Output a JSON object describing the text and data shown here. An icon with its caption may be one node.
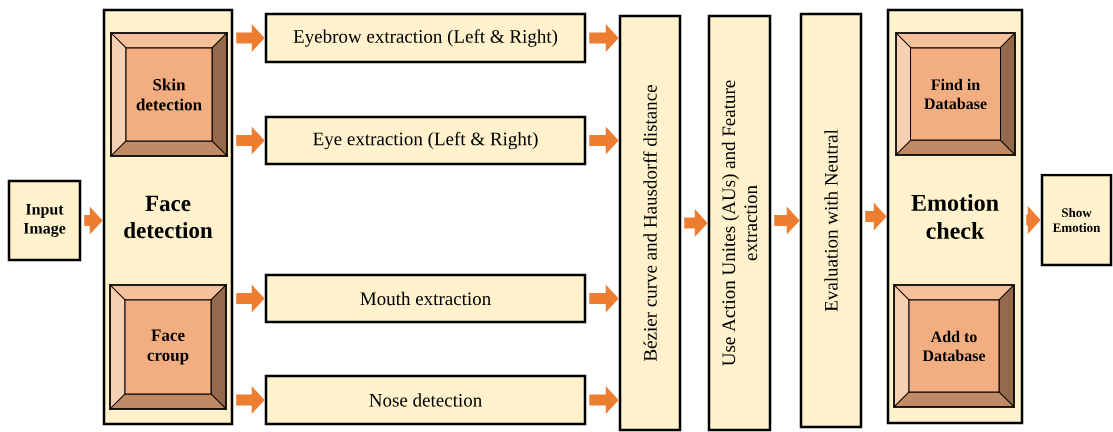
{
  "diagram": {
    "nodes": [
      {
        "text": [
          "Input Image"
        ]
      },
      {
        "text": [
          "Face detection"
        ]
      },
      {
        "text": [
          "Skin detection"
        ],
        "in": 1
      },
      {
        "text": [
          "Face croup"
        ],
        "in": 1
      },
      {
        "text": [
          "Eyebrow extraction (Left & Right)"
        ]
      },
      {
        "text": [
          "Eye extraction (Left & Right)"
        ]
      },
      {
        "text": [
          "Mouth extraction"
        ]
      },
      {
        "text": [
          "Nose detection"
        ]
      },
      {
        "text": [
          "Bézier curve and Hausdorff distance"
        ]
      },
      {
        "text": [
          "Use Action Unites (AUs) and Feature extraction"
        ]
      },
      {
        "text": [
          "Evaluation with Neutral"
        ]
      },
      {
        "text": [
          "Emotion check"
        ]
      },
      {
        "text": [
          "Find in Database"
        ],
        "in": 11
      },
      {
        "text": [
          "Add to Database"
        ],
        "in": 11
      },
      {
        "text": [
          "Show Emotion"
        ]
      }
    ],
    "edges": [
      {
        "from": 0,
        "to": 1,
        "arrow": "to"
      },
      {
        "from": 1,
        "to": 4,
        "arrow": "to"
      },
      {
        "from": 1,
        "to": 5,
        "arrow": "to"
      },
      {
        "from": 1,
        "to": 6,
        "arrow": "to"
      },
      {
        "from": 1,
        "to": 7,
        "arrow": "to"
      },
      {
        "from": 4,
        "to": 8,
        "arrow": "to"
      },
      {
        "from": 5,
        "to": 8,
        "arrow": "to"
      },
      {
        "from": 6,
        "to": 8,
        "arrow": "to"
      },
      {
        "from": 7,
        "to": 8,
        "arrow": "to"
      },
      {
        "from": 8,
        "to": 9,
        "arrow": "to"
      },
      {
        "from": 9,
        "to": 10,
        "arrow": "to"
      },
      {
        "from": 10,
        "to": 11,
        "arrow": "to"
      },
      {
        "from": 11,
        "to": 14,
        "arrow": "to"
      }
    ]
  }
}
